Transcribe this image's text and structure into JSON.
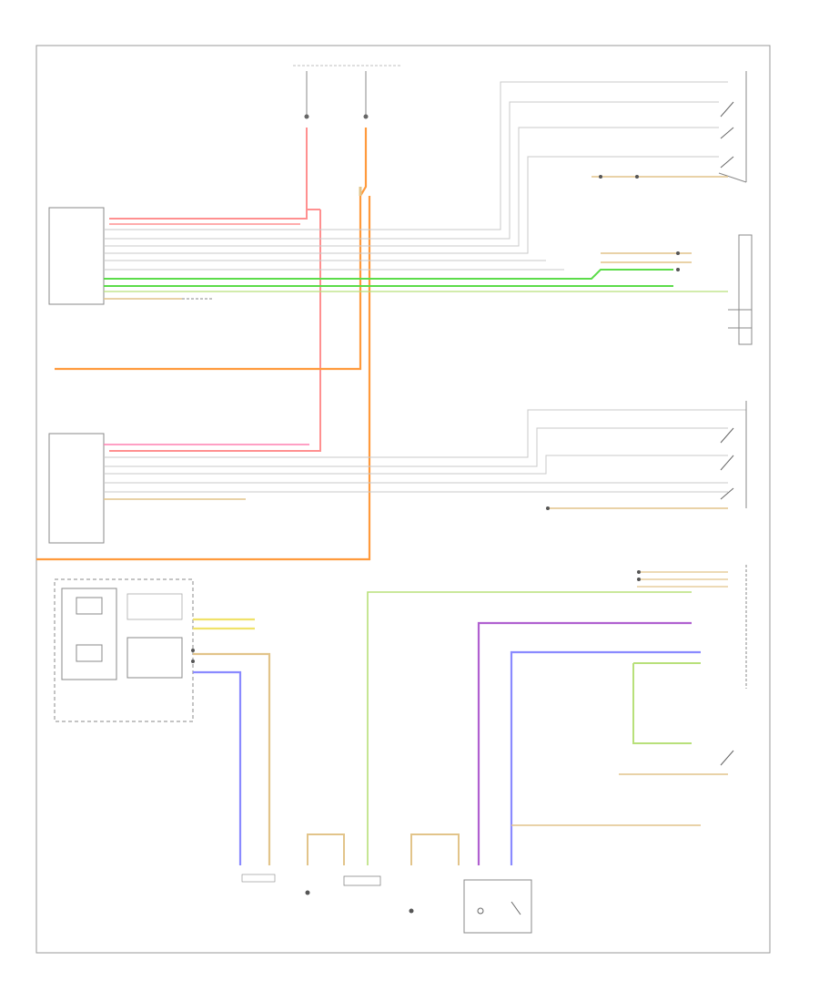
{
  "diagram": {
    "footer_code": "",
    "components": [
      {
        "id": "ltbox",
        "label": ""
      },
      {
        "id": "rtbox",
        "label": ""
      },
      {
        "id": "instrument",
        "label": ""
      },
      {
        "id": "relay",
        "label": ""
      }
    ]
  },
  "colors": {
    "red": "#ff8a8a",
    "pink": "#ff80b0",
    "violet": "#e07de8",
    "orange": "#ff9a3c",
    "tan": "#e2c48a",
    "yellow": "#f0e26a",
    "green": "#5cdc4a",
    "lightgreen": "#b8e07a",
    "blue": "#8a8aff",
    "purple": "#b060d0",
    "gray": "#c8c8c8",
    "frame": "#999999"
  }
}
